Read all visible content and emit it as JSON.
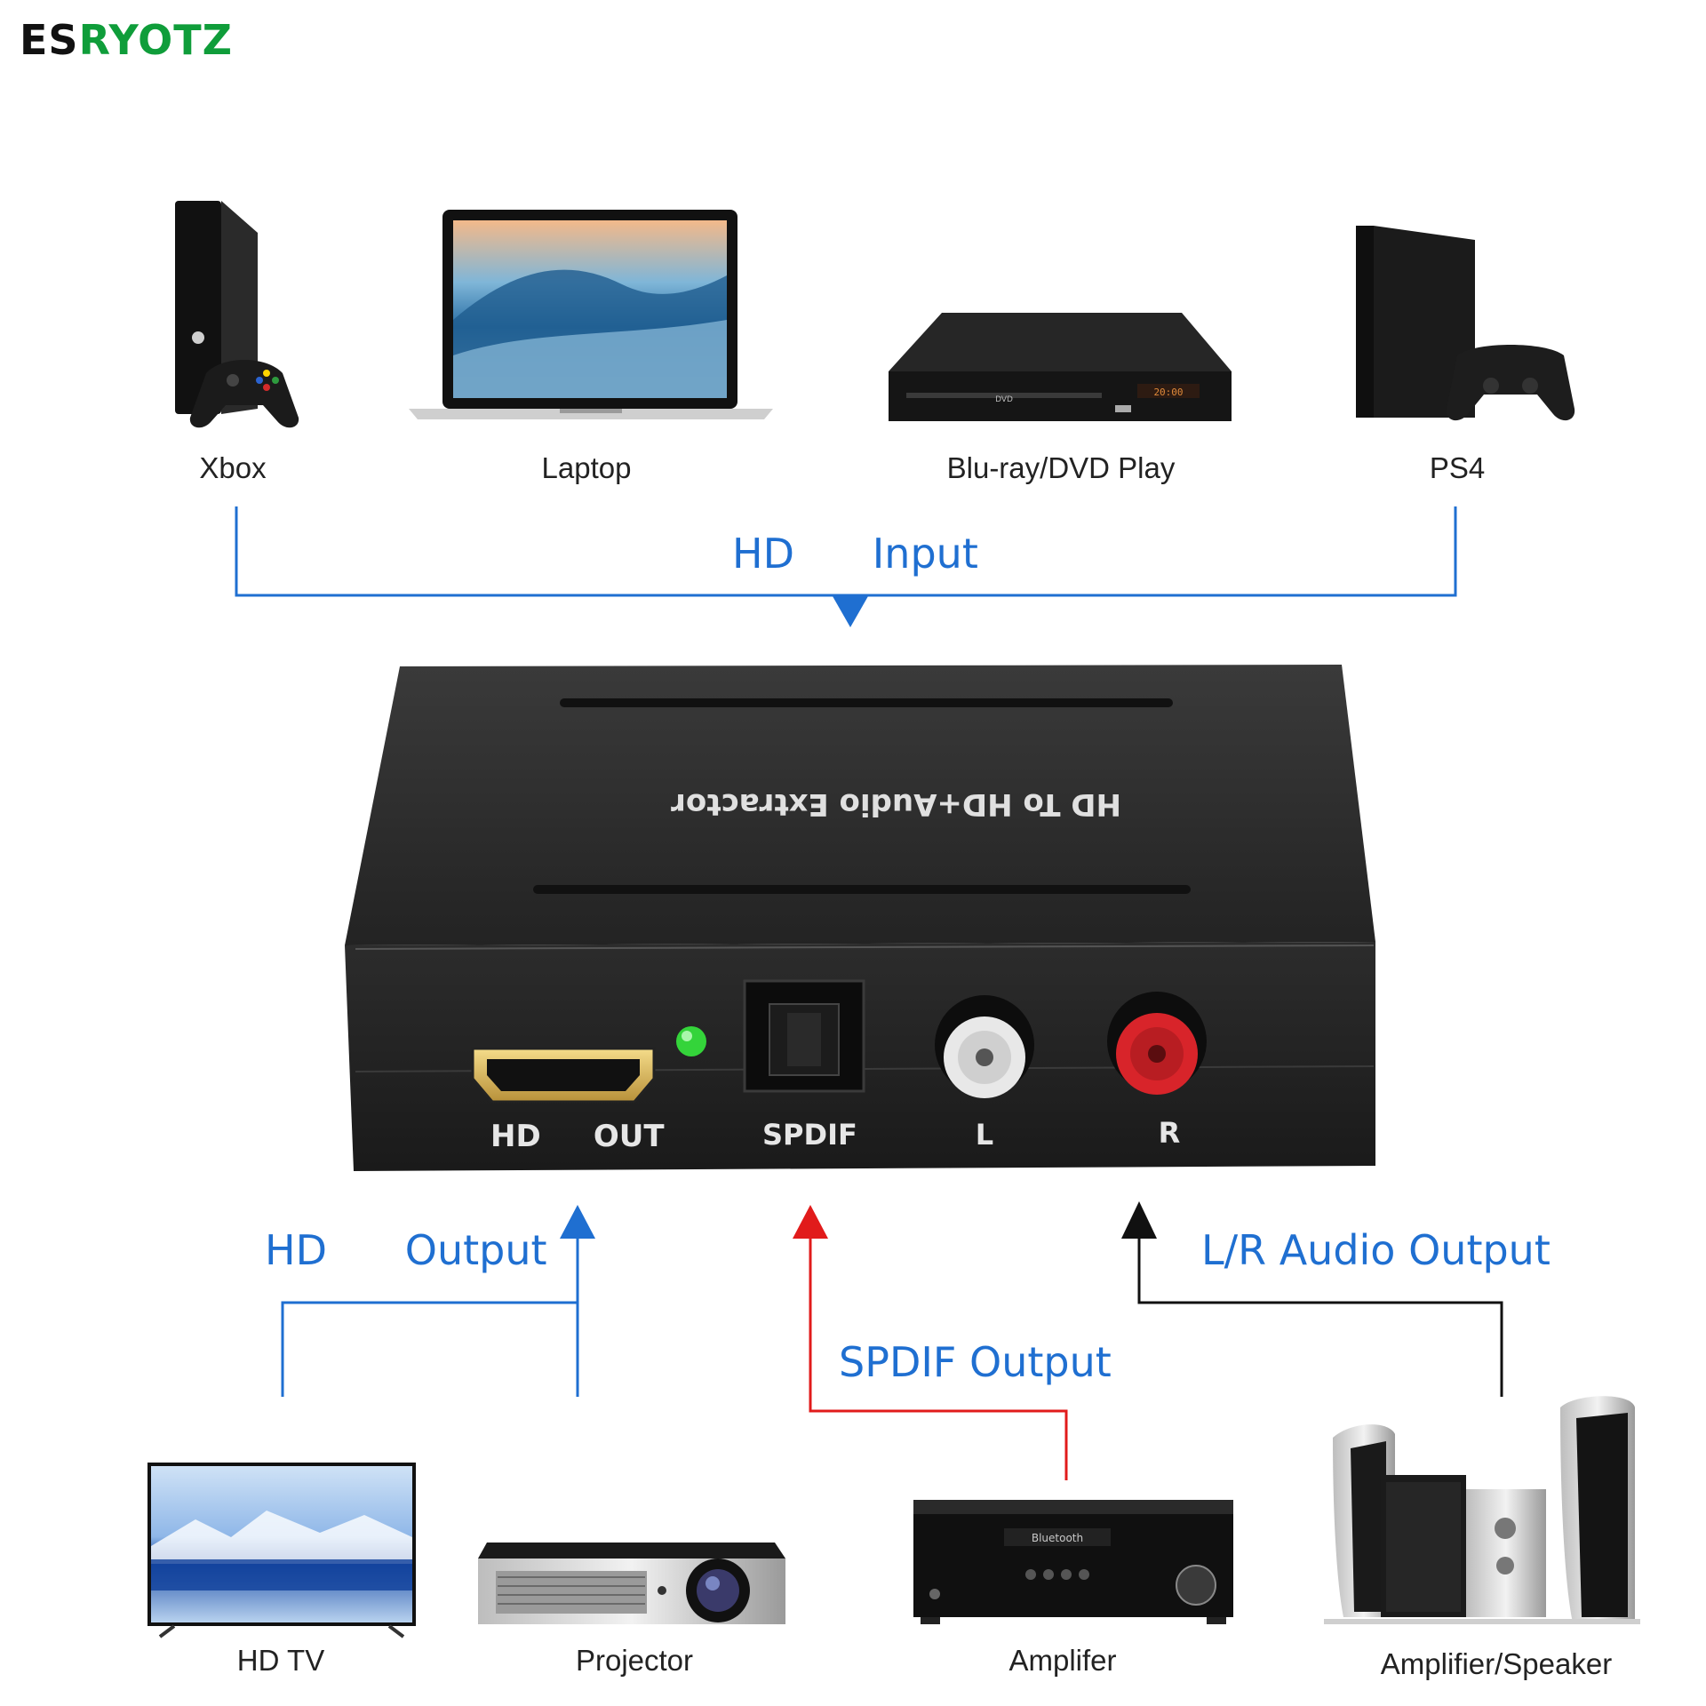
{
  "brand": {
    "part1": "ES",
    "part2": "RYOTZ",
    "color1": "#111111",
    "color2": "#0f9d3a"
  },
  "colors": {
    "hd_flow": "#1f6fd1",
    "spdif_flow": "#e11b1b",
    "audio_flow": "#111111",
    "device_body": "#2a2a2a"
  },
  "input_devices": [
    "Xbox",
    "Laptop",
    "Blu-ray/DVD Play",
    "PS4"
  ],
  "input_label": "HD      Input",
  "extractor": {
    "top_print": "HD To HD+Audio Extractor",
    "ports": {
      "hd_out": "HD     OUT",
      "spdif": "SPDIF",
      "left": "L",
      "right": "R"
    },
    "led_color": "#34d43a",
    "dvd_display": "20:00",
    "dvd_brand": "DVD"
  },
  "outputs": {
    "hd": "HD      Output",
    "spdif": "SPDIF Output",
    "audio": "L/R Audio Output"
  },
  "output_devices": [
    "HD TV",
    "Projector",
    "Amplifer",
    "Amplifier/Speaker"
  ],
  "amp_display": "Bluetooth"
}
